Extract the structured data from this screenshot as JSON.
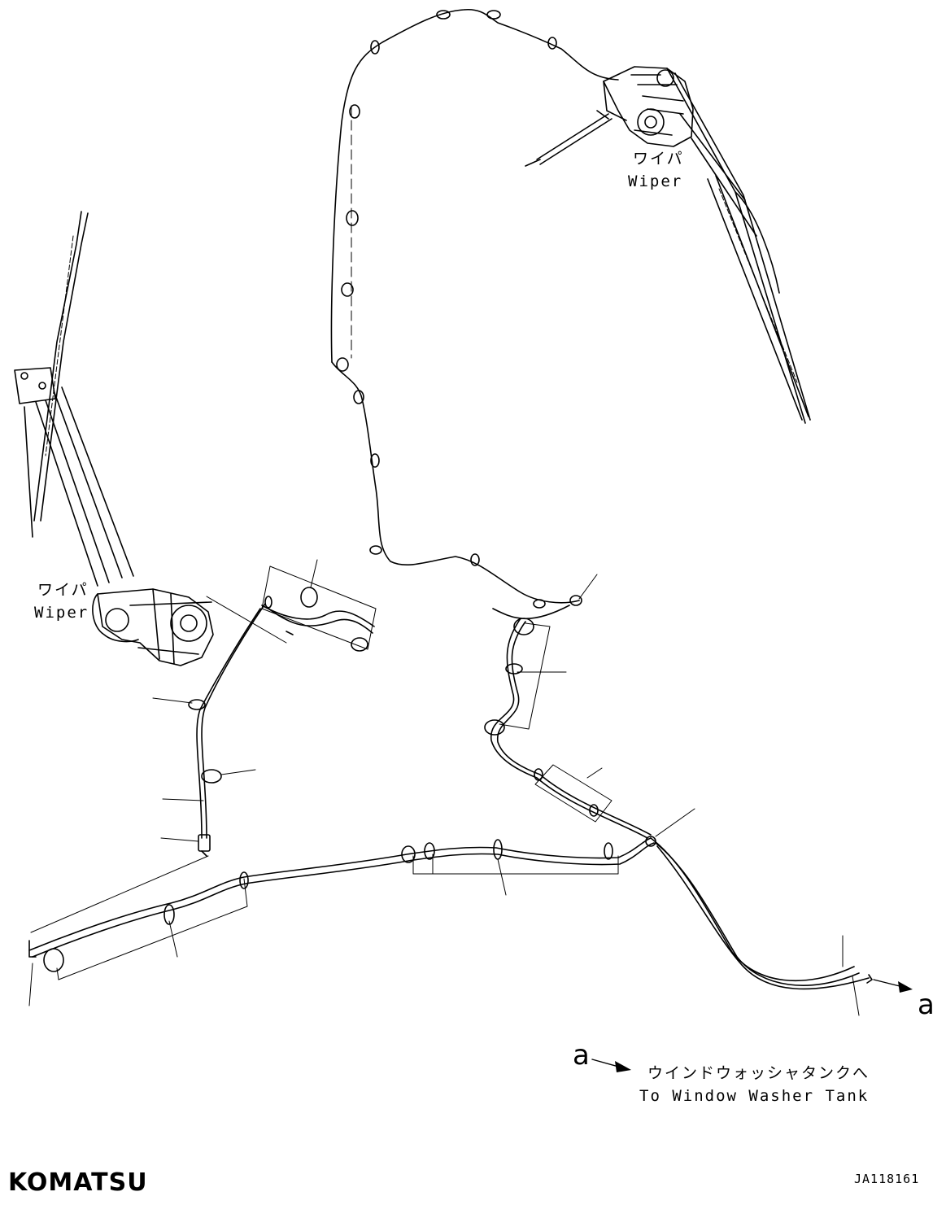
{
  "labels": {
    "wiper_top_jp": "ワイパ",
    "wiper_top_en": "Wiper",
    "wiper_left_jp": "ワイパ",
    "wiper_left_en": "Wiper",
    "ref_a_end": "a",
    "ref_a_legend": "a",
    "legend_jp": "ウインドウォッシャタンクへ",
    "legend_en": "To Window Washer Tank",
    "drawing_code": "JA118161",
    "brand": "KOMATSU"
  },
  "colors": {
    "line": "#000000",
    "background": "#ffffff"
  }
}
